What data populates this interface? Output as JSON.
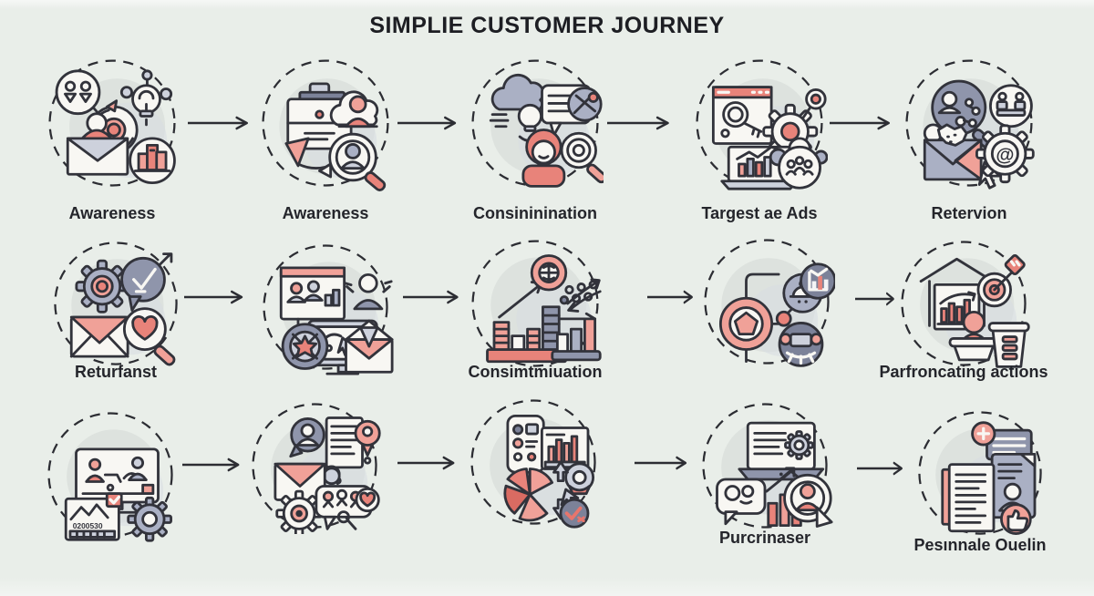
{
  "title": "SIMPLIE CUSTOMER JOURNEY",
  "palette": {
    "background": "#e9eee9",
    "stroke": "#32333b",
    "salmon": "#e8837a",
    "salmon_light": "#f0a198",
    "red": "#d96b62",
    "lavender": "#aab0c4",
    "lavender_dark": "#8f95ab",
    "gray": "#cdd1dc",
    "dark_gray": "#7c8299",
    "paper": "#f8f7f3",
    "arrow": "#2c2d33"
  },
  "rows": [
    {
      "cells": [
        {
          "label": "Awareness",
          "icons": [
            "team-bubble-icon",
            "lightbulb-network-icon",
            "refresh-cycle-icon",
            "person-envelope-icon",
            "product-stack-icon"
          ]
        },
        {
          "label": "Awareness",
          "icons": [
            "briefcase-form-icon",
            "cursor-swoosh-icon",
            "cloud-person-icon",
            "profile-search-icon"
          ]
        },
        {
          "label": "Consininination",
          "icons": [
            "cloud-idea-icon",
            "chat-notes-icon",
            "tools-badge-icon",
            "customer-person-icon",
            "search-magnifier-icon"
          ]
        },
        {
          "label": "Targest ae Ads",
          "icons": [
            "browser-search-icon",
            "gear-network-icon",
            "laptop-analytics-icon",
            "audience-gear-icon"
          ]
        },
        {
          "label": "Retervion",
          "icons": [
            "molecule-search-icon",
            "meeting-people-icon",
            "envelope-cursor-icon",
            "gear-at-icon"
          ]
        }
      ]
    },
    {
      "cells": [
        {
          "label": "Returfanst",
          "icons": [
            "gear-icon",
            "check-bubble-icon",
            "envelope-icon",
            "heart-search-icon"
          ]
        },
        {
          "label": "",
          "icons": [
            "team-browser-icon",
            "monitor-draw-icon",
            "announcer-person-icon",
            "star-wheel-icon",
            "envelope-open-icon"
          ]
        },
        {
          "label": "Consimtmiuation",
          "icons": [
            "stacked-bars-icon",
            "globe-clock-icon",
            "scatter-dots-icon",
            "growth-arrows-icon",
            "comparison-bars-icon"
          ]
        },
        {
          "label": "",
          "icons": [
            "pentagon-badge-icon",
            "bell-node-icon",
            "chart-node-icon",
            "workspace-node-icon"
          ]
        },
        {
          "label": "Parfroncating actions",
          "icons": [
            "chart-board-icon",
            "dart-target-icon",
            "person-bowl-icon",
            "survey-cup-icon"
          ]
        }
      ]
    },
    {
      "cells": [
        {
          "label": "",
          "icons": [
            "shop-monitor-icon",
            "report-document-icon",
            "gear-icon"
          ]
        },
        {
          "label": "",
          "icons": [
            "avatar-bubble-icon",
            "checklist-pin-icon",
            "support-person-icon",
            "envelope-icon",
            "chat-team-heart-icon",
            "gear-eye-icon"
          ]
        },
        {
          "label": "",
          "icons": [
            "mobile-app-icon",
            "chart-panel-icon",
            "camera-donut-icon",
            "segment-map-icon",
            "target-check-icon"
          ]
        },
        {
          "label": "Purcrinaser",
          "icons": [
            "laptop-gear-icon",
            "chat-contacts-icon",
            "growth-bars-icon",
            "person-play-badge-icon"
          ]
        },
        {
          "label": "Pesınnale Ouelin",
          "icons": [
            "summary-card-icon",
            "profile-doc-icon",
            "notes-doc-icon",
            "thumbs-up-badge-icon"
          ]
        }
      ]
    }
  ],
  "report_document_number": "0200530"
}
